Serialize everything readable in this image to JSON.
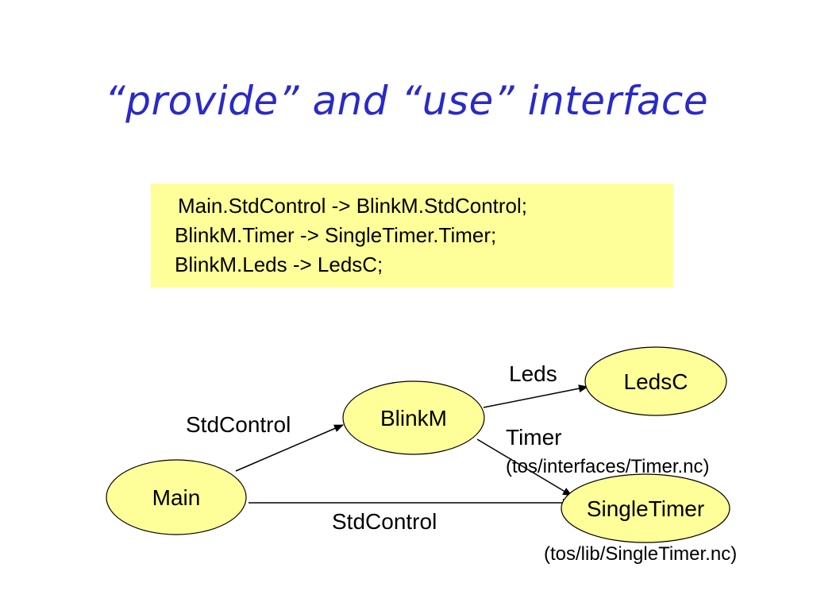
{
  "title": "“provide” and “use” interface",
  "code": {
    "lines": [
      "Main.StdControl -> BlinkM.StdControl;",
      "BlinkM.Timer -> SingleTimer.Timer;",
      "BlinkM.Leds -> LedsC;"
    ]
  },
  "diagram": {
    "nodes": {
      "main": "Main",
      "blinkm": "BlinkM",
      "ledsc": "LedsC",
      "singletimer": "SingleTimer"
    },
    "edges": {
      "main_blinkm": "StdControl",
      "main_singletimer": "StdControl",
      "blinkm_ledsc": "Leds",
      "blinkm_singletimer": "Timer"
    },
    "notes": {
      "timer_path": "(tos/interfaces/Timer.nc)",
      "singletimer_path": "(tos/lib/SingleTimer.nc)"
    }
  },
  "colors": {
    "title": "#2a2ac8",
    "node_fill": "#ffff99",
    "code_bg": "#ffff99"
  }
}
